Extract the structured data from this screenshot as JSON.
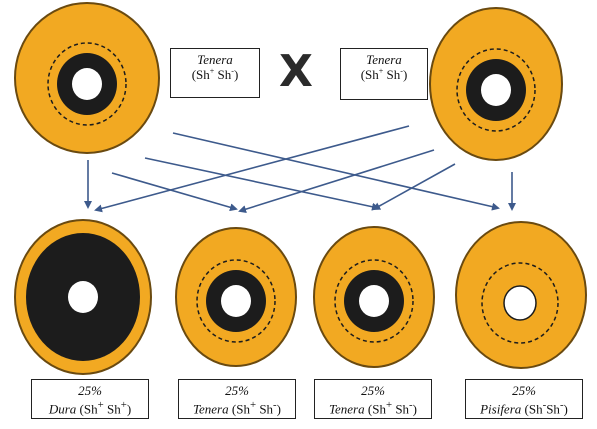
{
  "parents": [
    {
      "name": "Tenera",
      "genotype": [
        "Sh",
        "+",
        " Sh",
        "-"
      ]
    },
    {
      "name": "Tenera",
      "genotype": [
        "Sh",
        "+",
        " Sh",
        "-"
      ]
    }
  ],
  "cross_symbol": "X",
  "offspring": [
    {
      "percent": "25%",
      "name": "Dura",
      "genotype": [
        "Sh",
        "+",
        " Sh",
        "+"
      ]
    },
    {
      "percent": "25%",
      "name": "Tenera",
      "genotype": [
        "Sh",
        "+",
        " Sh",
        "-"
      ]
    },
    {
      "percent": "25%",
      "name": "Tenera",
      "genotype": [
        "Sh",
        "+",
        " Sh",
        "-"
      ]
    },
    {
      "percent": "25%",
      "name": "Pisifera",
      "genotype": [
        "Sh",
        "-",
        "Sh",
        "-"
      ]
    }
  ],
  "colors": {
    "mesocarp": "#f2a922",
    "outline": "#6a4a10",
    "shell": "#1c1c1c",
    "kernel": "#ffffff",
    "arrow": "#3d5a8c"
  }
}
